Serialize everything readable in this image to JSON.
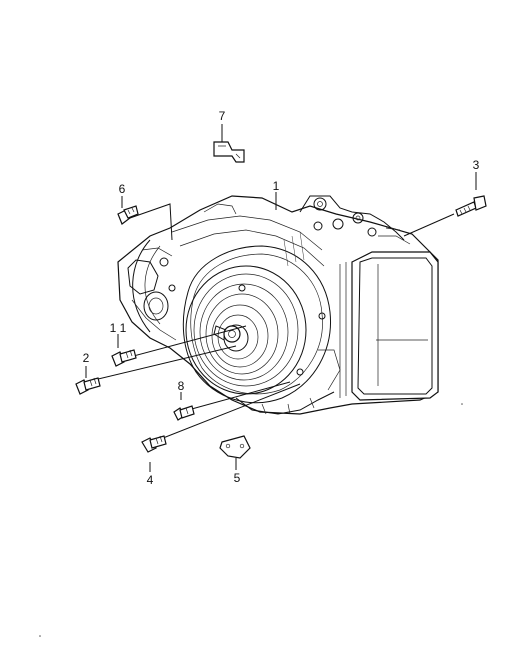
{
  "diagram": {
    "callouts": [
      {
        "id": "1",
        "label": "1"
      },
      {
        "id": "2",
        "label": "2"
      },
      {
        "id": "3",
        "label": "3"
      },
      {
        "id": "4",
        "label": "4"
      },
      {
        "id": "5",
        "label": "5"
      },
      {
        "id": "6",
        "label": "6"
      },
      {
        "id": "7",
        "label": "7"
      },
      {
        "id": "8",
        "label": "8"
      },
      {
        "id": "11",
        "label": "1 1"
      }
    ]
  }
}
